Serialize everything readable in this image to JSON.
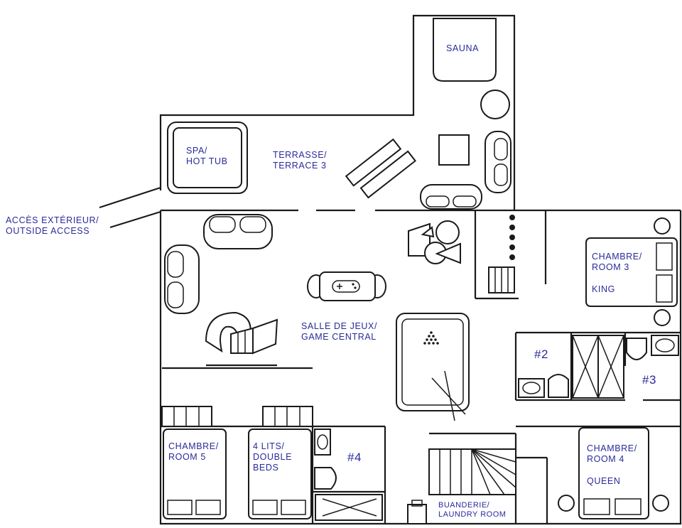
{
  "labels": {
    "sauna": "SAUNA",
    "spa": [
      "SPA/",
      "HOT TUB"
    ],
    "terrace": [
      "TERRASSE/",
      "TERRACE 3"
    ],
    "outside_access": [
      "ACCÈS EXTÉRIEUR/",
      "OUTSIDE ACCESS"
    ],
    "game_room": [
      "SALLE DE JEUX/",
      "GAME CENTRAL"
    ],
    "room3": [
      "CHAMBRE/",
      "ROOM 3"
    ],
    "room3_bed": "KING",
    "room5": [
      "CHAMBRE/",
      "ROOM 5"
    ],
    "double_beds": [
      "4 LITS/",
      "DOUBLE",
      "BEDS"
    ],
    "room4": [
      "CHAMBRE/",
      "ROOM 4"
    ],
    "room4_bed": "QUEEN",
    "laundry": [
      "BUANDERIE/",
      "LAUNDRY ROOM"
    ]
  },
  "bathrooms": {
    "bath2": "#2",
    "bath3": "#3",
    "bath4": "#4"
  }
}
